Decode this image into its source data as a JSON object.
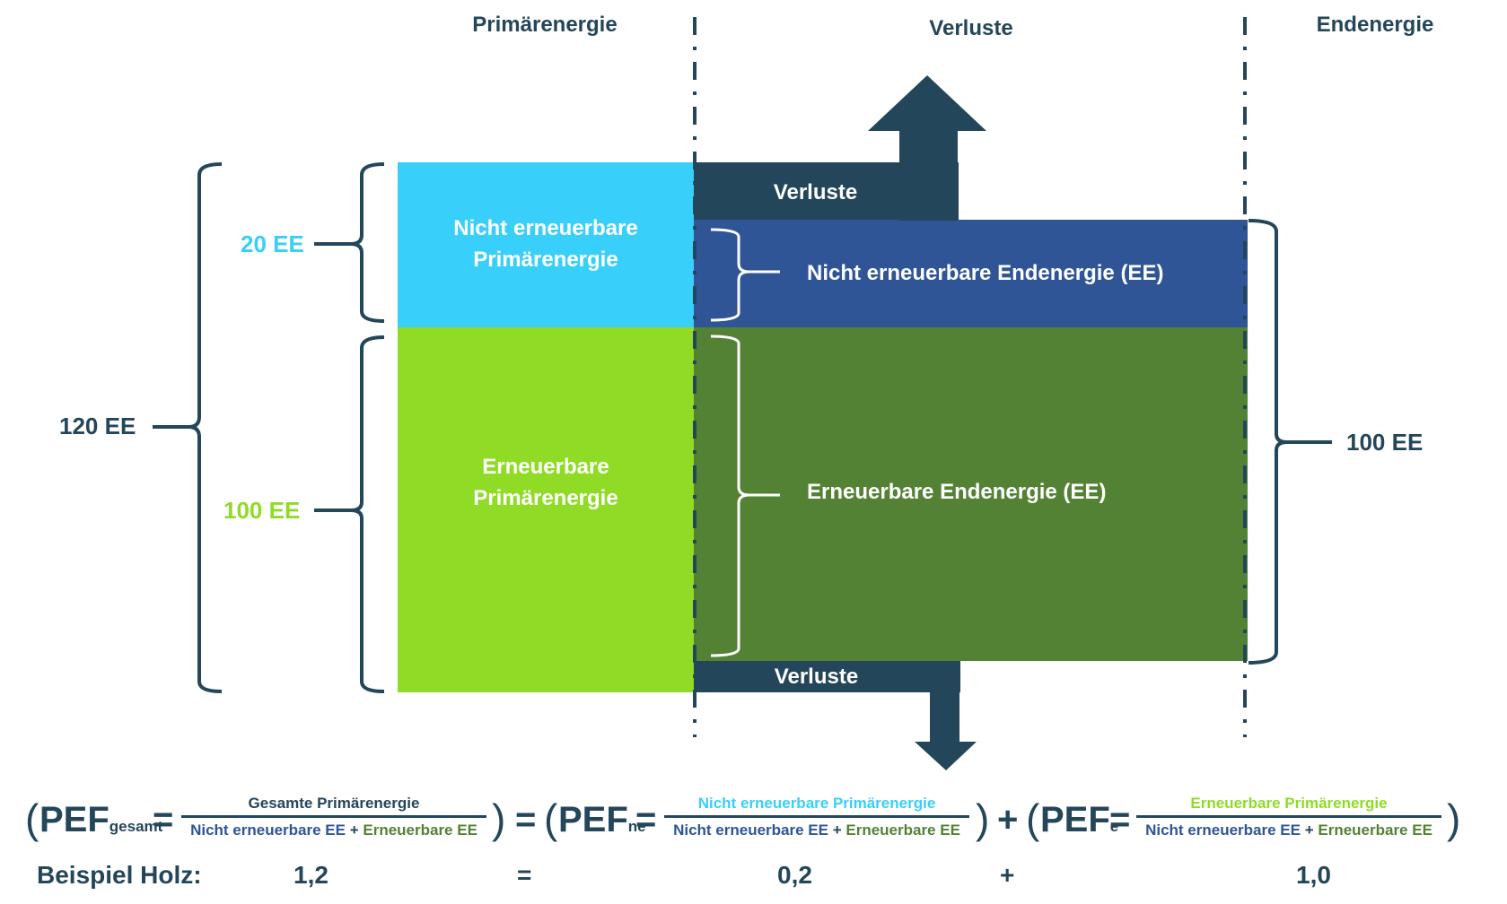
{
  "colors": {
    "dark": "#24465a",
    "light_blue": "#38cffa",
    "lime": "#8fdb26",
    "navy_blue": "#2f5597",
    "olive_green": "#548235"
  },
  "headers": {
    "primary": "Primärenergie",
    "losses": "Verluste",
    "final": "Endenergie"
  },
  "primary_boxes": {
    "non_renewable": [
      "Nicht erneuerbare",
      "Primärenergie"
    ],
    "renewable": [
      "Erneuerbare",
      "Primärenergie"
    ]
  },
  "final_boxes": {
    "losses_top": "Verluste",
    "non_renewable": "Nicht erneuerbare Endenergie (EE)",
    "renewable": "Erneuerbare Endenergie (EE)",
    "losses_bottom": "Verluste"
  },
  "brackets": {
    "total": "120 EE",
    "non_renewable": "20 EE",
    "renewable": "100 EE",
    "final_total": "100 EE"
  },
  "formula": {
    "pef_total": {
      "main": "PEF",
      "sub": "gesamt",
      "numerator": "Gesamte Primärenergie"
    },
    "pef_ne": {
      "main": "PEF",
      "sub": "ne",
      "numerator": "Nicht erneuerbare Primärenergie"
    },
    "pef_e": {
      "main": "PEF",
      "sub": "e",
      "numerator": "Erneuerbare Primärenergie"
    },
    "denominator_part1": "Nicht erneuerbare EE",
    "denominator_plus": " + ",
    "denominator_part2": "Erneuerbare EE",
    "open_paren": "(",
    "close_paren": ")",
    "equals": "=",
    "plus": "+"
  },
  "example": {
    "label": "Beispiel Holz:",
    "total": "1,2",
    "equals": "=",
    "non_renewable": "0,2",
    "plus": "+",
    "renewable": "1,0"
  }
}
